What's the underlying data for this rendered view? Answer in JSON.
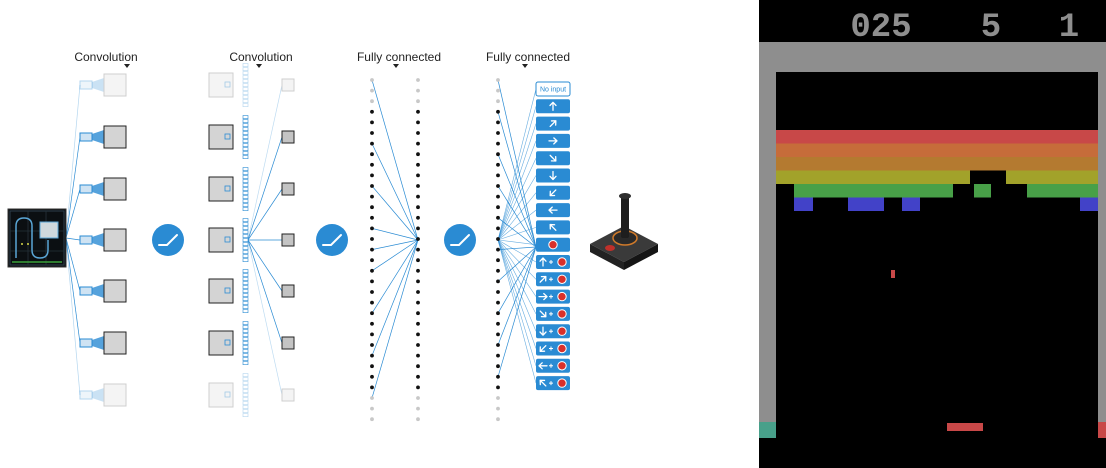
{
  "diagram": {
    "layer_labels": [
      "Convolution",
      "Convolution",
      "Fully connected",
      "Fully connected"
    ],
    "activation_icon": "relu-curve-icon",
    "output_actions": [
      {
        "key": "no-input",
        "text": "No input",
        "icons": []
      },
      {
        "key": "up",
        "text": "",
        "icons": [
          "arrow-up-icon"
        ]
      },
      {
        "key": "up-right",
        "text": "",
        "icons": [
          "arrow-up-right-icon"
        ]
      },
      {
        "key": "right",
        "text": "",
        "icons": [
          "arrow-right-icon"
        ]
      },
      {
        "key": "down-right",
        "text": "",
        "icons": [
          "arrow-down-right-icon"
        ]
      },
      {
        "key": "down",
        "text": "",
        "icons": [
          "arrow-down-icon"
        ]
      },
      {
        "key": "down-left",
        "text": "",
        "icons": [
          "arrow-down-left-icon"
        ]
      },
      {
        "key": "left",
        "text": "",
        "icons": [
          "arrow-left-icon"
        ]
      },
      {
        "key": "up-left",
        "text": "",
        "icons": [
          "arrow-up-left-icon"
        ]
      },
      {
        "key": "fire",
        "text": "",
        "icons": [
          "fire-button-icon"
        ]
      },
      {
        "key": "up-fire",
        "text": "",
        "icons": [
          "arrow-up-icon",
          "fire-button-icon"
        ]
      },
      {
        "key": "up-right-fire",
        "text": "",
        "icons": [
          "arrow-up-right-icon",
          "fire-button-icon"
        ]
      },
      {
        "key": "right-fire",
        "text": "",
        "icons": [
          "arrow-right-icon",
          "fire-button-icon"
        ]
      },
      {
        "key": "down-right-fire",
        "text": "",
        "icons": [
          "arrow-down-right-icon",
          "fire-button-icon"
        ]
      },
      {
        "key": "down-fire",
        "text": "",
        "icons": [
          "arrow-down-icon",
          "fire-button-icon"
        ]
      },
      {
        "key": "down-left-fire",
        "text": "",
        "icons": [
          "arrow-down-left-icon",
          "fire-button-icon"
        ]
      },
      {
        "key": "left-fire",
        "text": "",
        "icons": [
          "arrow-left-icon",
          "fire-button-icon"
        ]
      },
      {
        "key": "up-left-fire",
        "text": "",
        "icons": [
          "arrow-up-left-icon",
          "fire-button-icon"
        ]
      }
    ],
    "colors": {
      "accent_blue": "#2a8bd3",
      "fire_red": "#d9302b",
      "node_black": "#111111",
      "node_faded": "#c8c8c8",
      "feature_map_fill": "#d4d4d4"
    }
  },
  "game": {
    "title": "Breakout",
    "score": "025",
    "lives": "5",
    "player": "1",
    "brick_row_colors": [
      "#c84848",
      "#c66c3a",
      "#b47a30",
      "#a2a22a",
      "#48a048",
      "#4242c8"
    ],
    "wall_color": "#8e8e8e",
    "ball_color": "#c84848",
    "paddle_color": "#c84848",
    "background_color": "#000000"
  }
}
